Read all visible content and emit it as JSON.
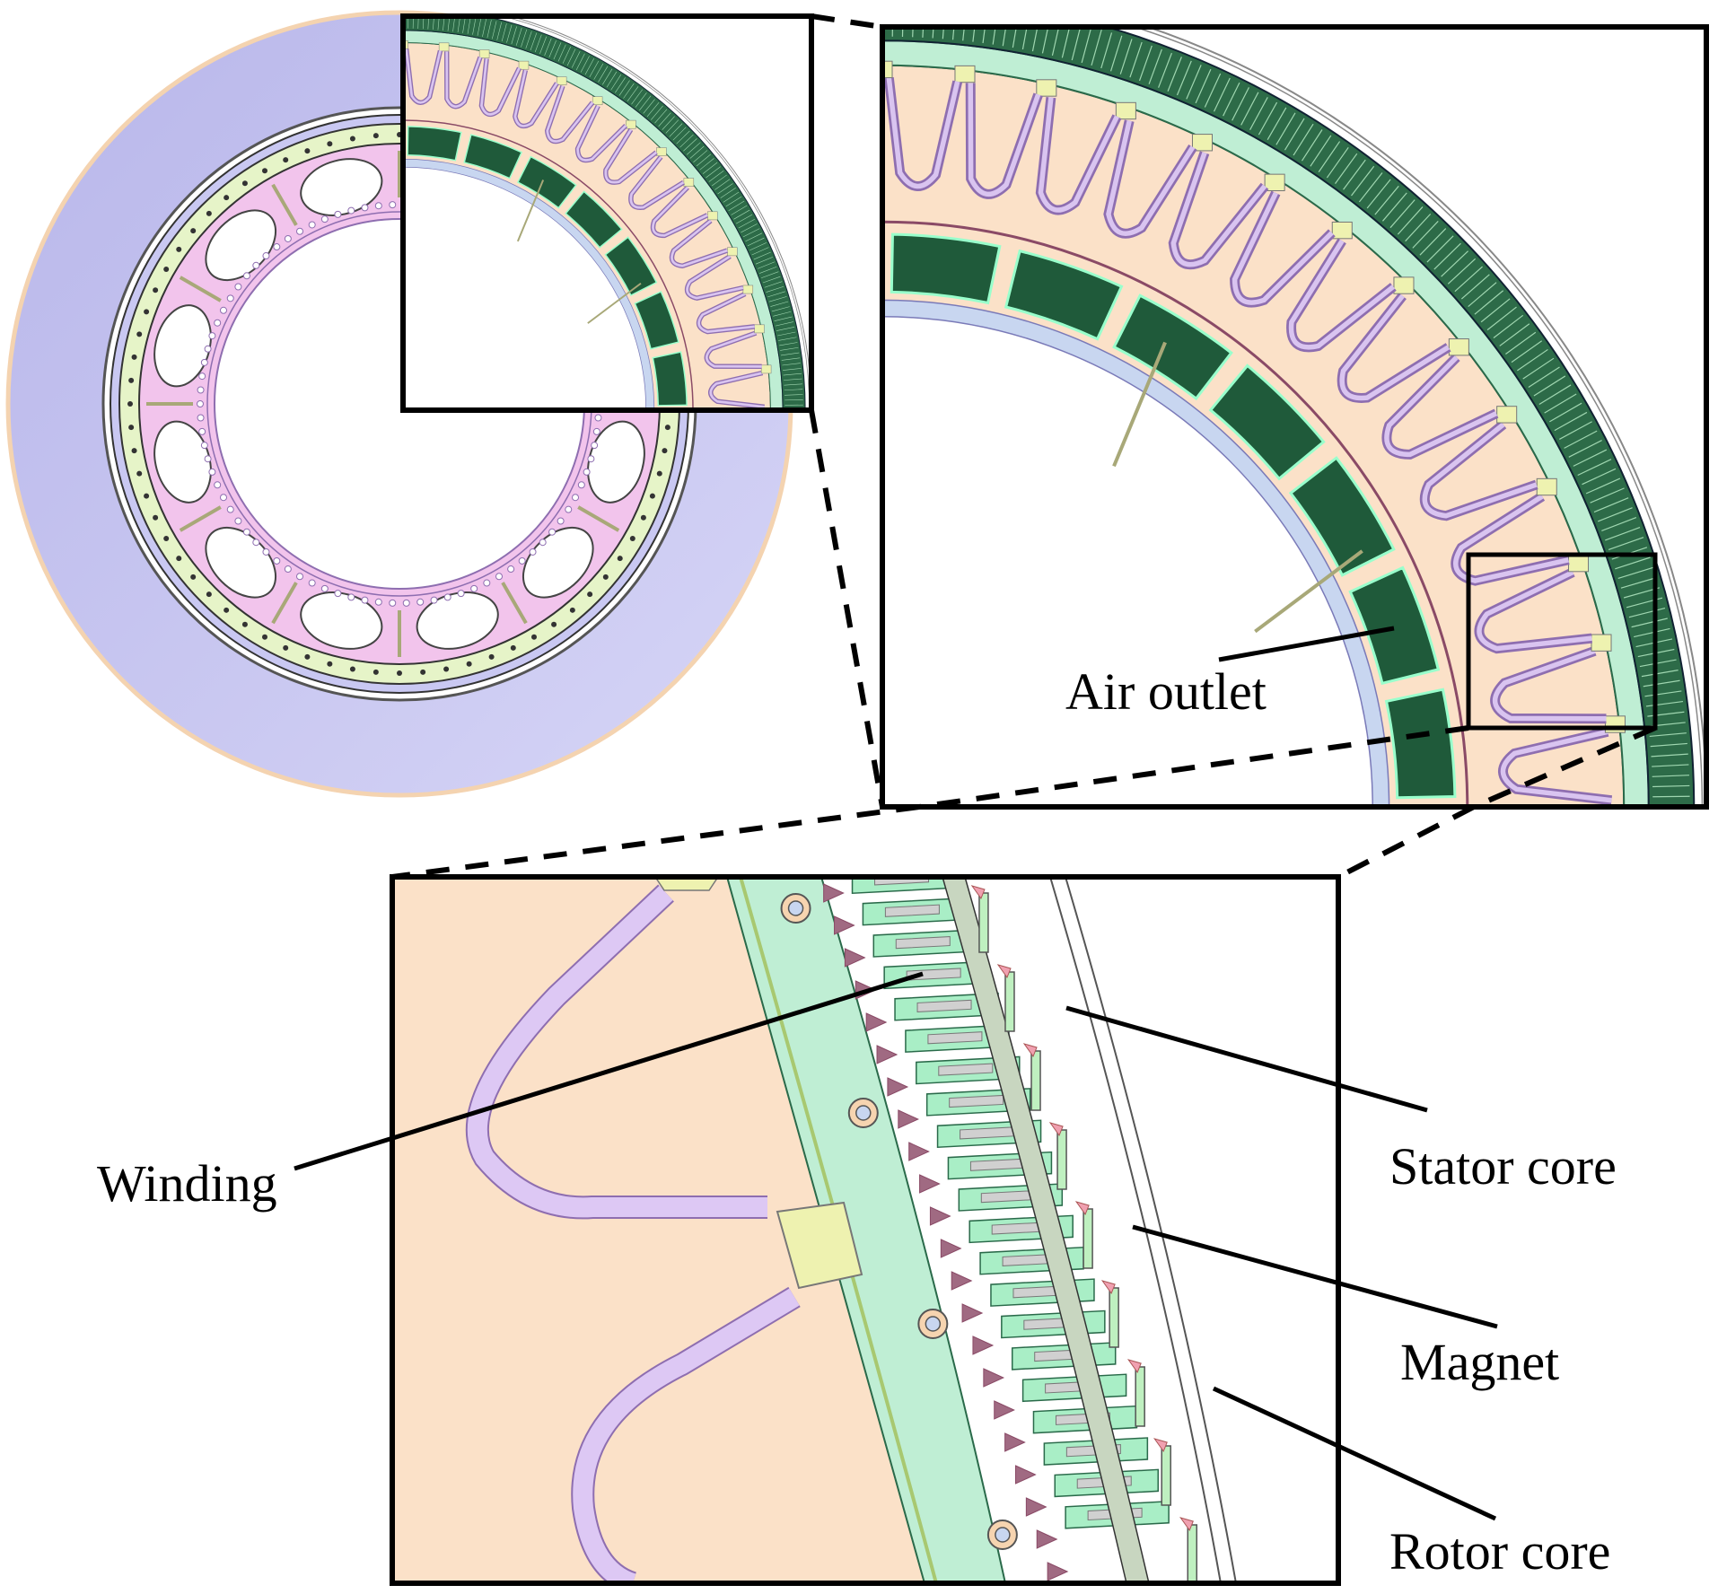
{
  "labels": {
    "air_outlet": "Air outlet",
    "winding": "Winding",
    "stator_core": "Stator core",
    "magnet": "Magnet",
    "rotor_core": "Rotor core"
  },
  "colors": {
    "rotor_ring": "#c9c8f2",
    "rotor_outer_edge": "#f4d3b0",
    "peach": "#fbe1c8",
    "pink_frame": "#f2c4ec",
    "pale_green": "#e6f4c8",
    "mint": "#bfeed4",
    "dark_green": "#1f5a3a",
    "lavender": "#d9c4f0",
    "purple_outline": "#8e6eb0",
    "maroon": "#8a4a66",
    "light_yellow": "#eef2b0",
    "olive": "#a8a878",
    "light_blue": "#c8d6f0"
  },
  "icons": [
    "stator-core-icon"
  ]
}
